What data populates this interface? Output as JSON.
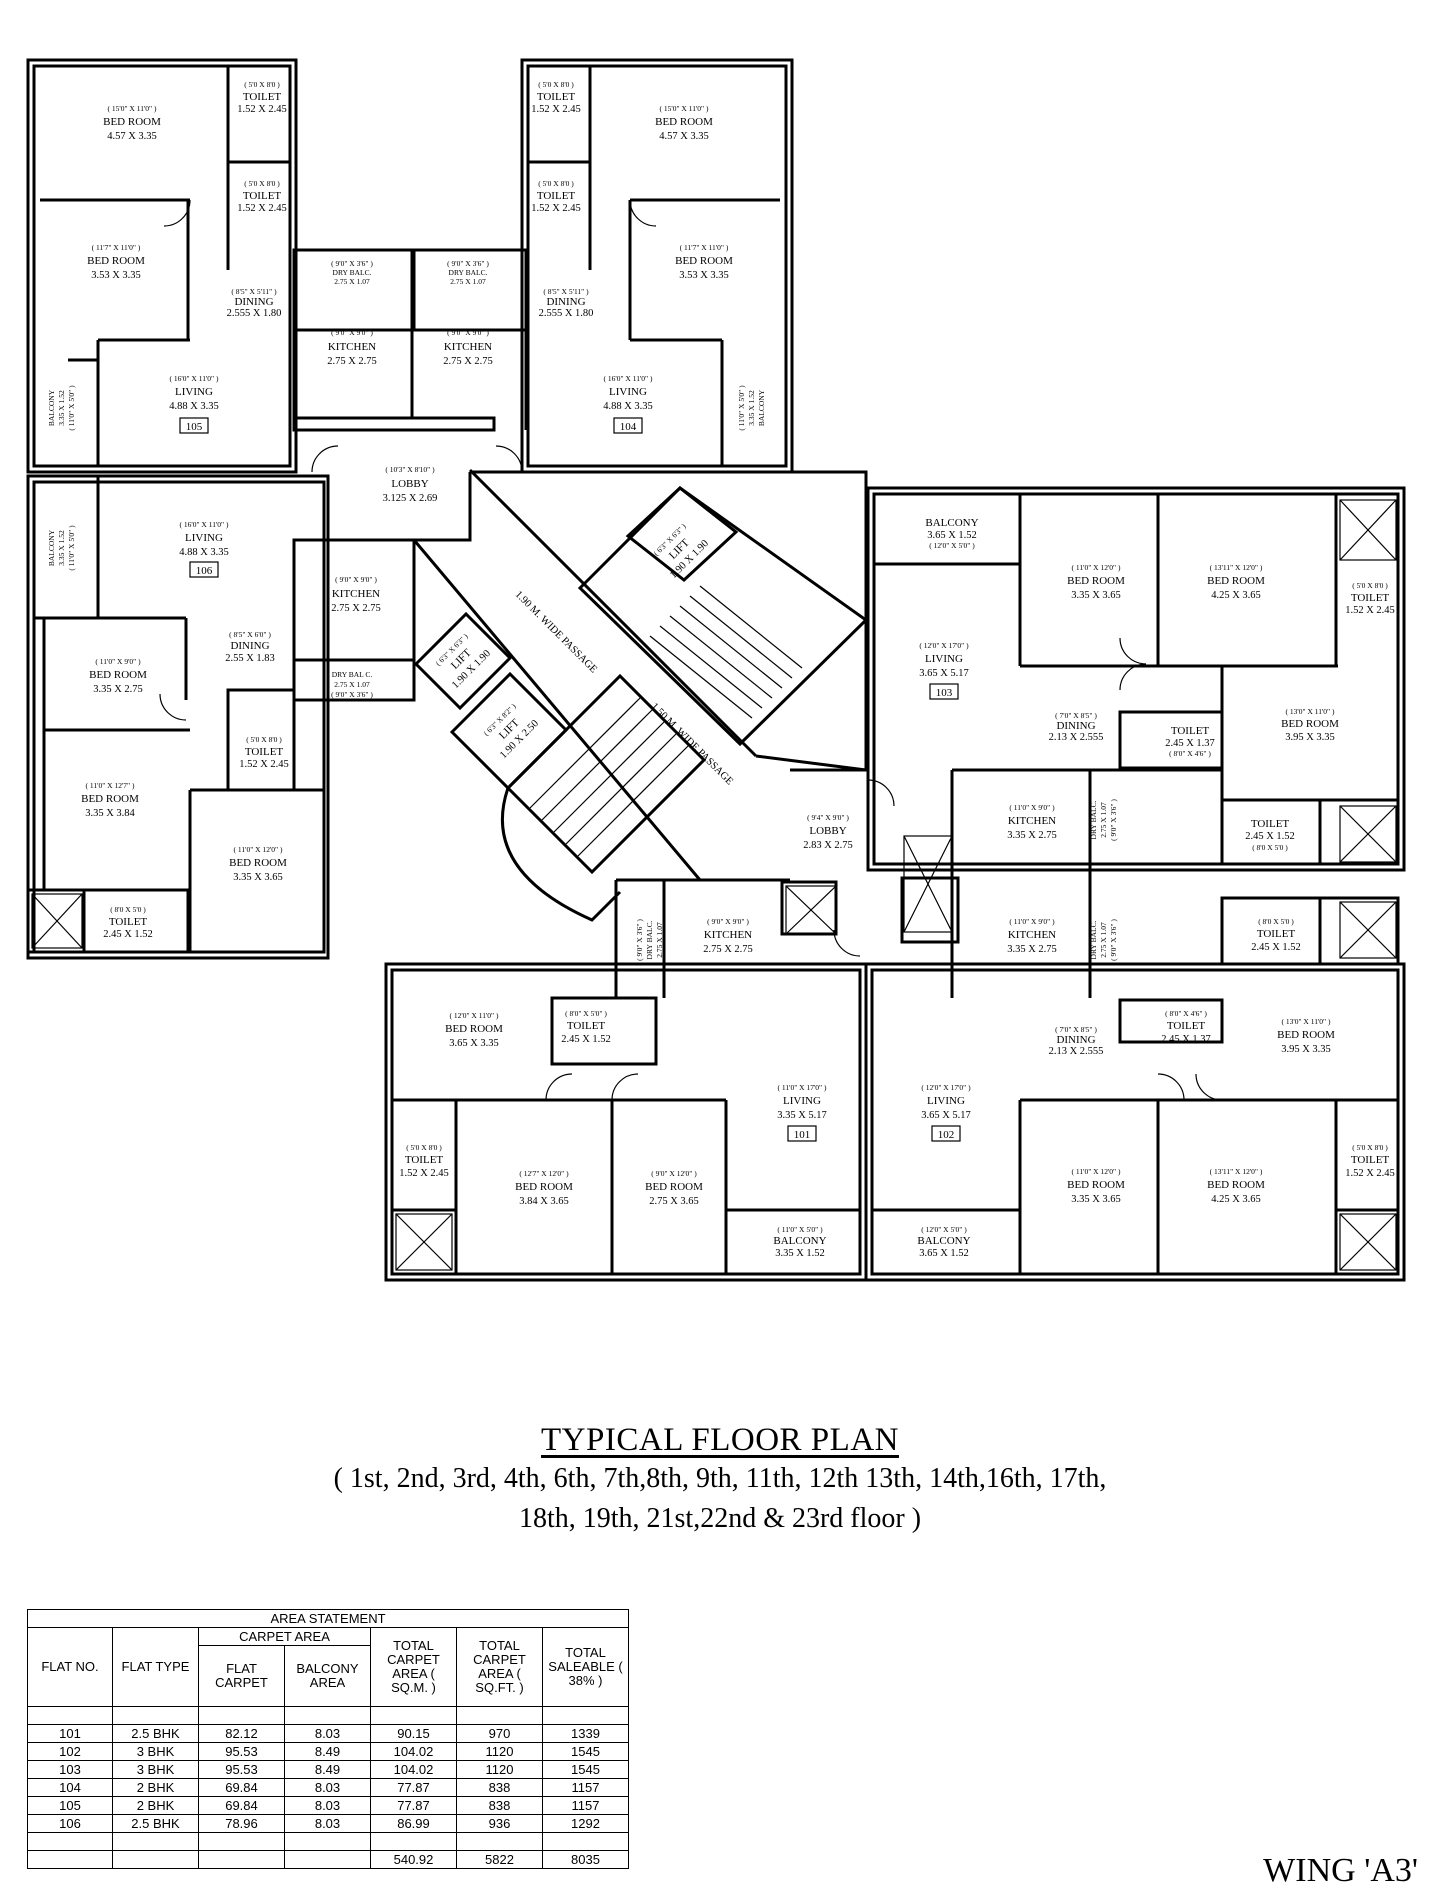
{
  "rooms": [
    {
      "id": "r1",
      "name": "BED ROOM",
      "imperial": "( 15'0\" X 11'0\" )",
      "metric": "4.57 X 3.35"
    },
    {
      "id": "r2",
      "name": "TOILET",
      "imperial": "( 5'0 X 8'0 )",
      "metric": "1.52 X 2.45"
    },
    {
      "id": "r3",
      "name": "TOILET",
      "imperial": "( 5'0 X 8'0 )",
      "metric": "1.52 X 2.45"
    },
    {
      "id": "r4",
      "name": "BED ROOM",
      "imperial": "( 11'7\" X 11'0\" )",
      "metric": "3.53 X 3.35"
    },
    {
      "id": "r5",
      "name": "DINING",
      "imperial": "( 8'5\" X 5'11\" )",
      "metric": "2.555 X 1.80"
    },
    {
      "id": "r6",
      "name": "DRY BALC.",
      "imperial": "( 9'0\" X 3'6\" )",
      "metric": "2.75 X 1.07"
    },
    {
      "id": "r7",
      "name": "KITCHEN",
      "imperial": "( 9'0\" X 9'0\" )",
      "metric": "2.75 X 2.75"
    },
    {
      "id": "r8",
      "name": "LIVING",
      "imperial": "( 16'0\" X 11'0\" )",
      "metric": "4.88 X 3.35"
    },
    {
      "id": "r9",
      "name": "TOILET",
      "imperial": "( 5'0 X 8'0 )",
      "metric": "1.52 X 2.45"
    },
    {
      "id": "r10",
      "name": "BED ROOM",
      "imperial": "( 15'0\" X 11'0\" )",
      "metric": "4.57 X 3.35"
    },
    {
      "id": "r11",
      "name": "TOILET",
      "imperial": "( 5'0 X 8'0 )",
      "metric": "1.52 X 2.45"
    },
    {
      "id": "r12",
      "name": "BED ROOM",
      "imperial": "( 11'7\" X 11'0\" )",
      "metric": "3.53 X 3.35"
    },
    {
      "id": "r13",
      "name": "DINING",
      "imperial": "( 8'5\" X 5'11\" )",
      "metric": "2.555 X 1.80"
    },
    {
      "id": "r14",
      "name": "DRY BALC.",
      "imperial": "( 9'0\" X 3'6\" )",
      "metric": "2.75 X 1.07"
    },
    {
      "id": "r15",
      "name": "KITCHEN",
      "imperial": "( 9'0\" X 9'0\" )",
      "metric": "2.75 X 2.75"
    },
    {
      "id": "r16",
      "name": "LIVING",
      "imperial": "( 16'0\" X 11'0\" )",
      "metric": "4.88 X 3.35"
    },
    {
      "id": "r17",
      "name": "LOBBY",
      "imperial": "( 10'3\" X 8'10\" )",
      "metric": "3.125 X 2.69"
    },
    {
      "id": "r18",
      "name": "LIVING",
      "imperial": "( 16'0\" X 11'0\" )",
      "metric": "4.88 X 3.35"
    },
    {
      "id": "r19",
      "name": "KITCHEN",
      "imperial": "( 9'0\" X 9'0\" )",
      "metric": "2.75 X 2.75"
    },
    {
      "id": "r20",
      "name": "DINING",
      "imperial": "( 8'5\" X 6'0\" )",
      "metric": "2.55 X 1.83"
    },
    {
      "id": "r21",
      "name": "DRY BAL C.",
      "imperial": "( 9'0\" X 3'6\" )",
      "metric": "2.75 X 1.07"
    },
    {
      "id": "r22",
      "name": "BED ROOM",
      "imperial": "( 11'0\" X 9'0\" )",
      "metric": "3.35 X 2.75"
    },
    {
      "id": "r23",
      "name": "TOILET",
      "imperial": "( 5'0 X 8'0 )",
      "metric": "1.52 X 2.45"
    },
    {
      "id": "r24",
      "name": "BED ROOM",
      "imperial": "( 11'0\" X 12'7\" )",
      "metric": "3.35 X 3.84"
    },
    {
      "id": "r25",
      "name": "BED ROOM",
      "imperial": "( 11'0\" X 12'0\" )",
      "metric": "3.35 X 3.65"
    },
    {
      "id": "r26",
      "name": "TOILET",
      "imperial": "( 8'0 X 5'0 )",
      "metric": "2.45 X 1.52"
    },
    {
      "id": "r27",
      "name": "LIFT",
      "imperial": "( 6'3\" X 6'3\" )",
      "metric": "1.90 X 1.90"
    },
    {
      "id": "r28",
      "name": "LIFT",
      "imperial": "( 6'3\" X 6'3\" )",
      "metric": "1.90 X 1.90"
    },
    {
      "id": "r29",
      "name": "LIFT",
      "imperial": "( 6'3\" X 8'2\" )",
      "metric": "1.90 X 2.50"
    },
    {
      "id": "r30",
      "name": "BALCONY",
      "imperial": "( 12'0\" X 5'0\" )",
      "metric": "3.65 X 1.52"
    },
    {
      "id": "r31",
      "name": "BED ROOM",
      "imperial": "( 11'0\" X 12'0\" )",
      "metric": "3.35 X 3.65"
    },
    {
      "id": "r32",
      "name": "BED ROOM",
      "imperial": "( 13'11\" X 12'0\" )",
      "metric": "4.25 X 3.65"
    },
    {
      "id": "r33",
      "name": "TOILET",
      "imperial": "( 5'0 X 8'0 )",
      "metric": "1.52 X 2.45"
    },
    {
      "id": "r34",
      "name": "LIVING",
      "imperial": "( 12'0\" X 17'0\" )",
      "metric": "3.65 X 5.17"
    },
    {
      "id": "r35",
      "name": "DINING",
      "imperial": "( 7'0\" X 8'5\" )",
      "metric": "2.13 X 2.555"
    },
    {
      "id": "r36",
      "name": "TOILET",
      "imperial": "( 8'0\" X 4'6\" )",
      "metric": "2.45 X 1.37"
    },
    {
      "id": "r37",
      "name": "BED ROOM",
      "imperial": "( 13'0\" X 11'0\" )",
      "metric": "3.95 X 3.35"
    },
    {
      "id": "r38",
      "name": "KITCHEN",
      "imperial": "( 11'0\" X 9'0\" )",
      "metric": "3.35 X 2.75"
    },
    {
      "id": "r39",
      "name": "LOBBY",
      "imperial": "( 9'4\" X 9'0\" )",
      "metric": "2.83 X 2.75"
    },
    {
      "id": "r40",
      "name": "TOILET",
      "imperial": "( 8'0 X 5'0 )",
      "metric": "2.45 X 1.52"
    },
    {
      "id": "r41",
      "name": "KITCHEN",
      "imperial": "( 9'0\" X 9'0\" )",
      "metric": "2.75 X 2.75"
    },
    {
      "id": "r42",
      "name": "KITCHEN",
      "imperial": "( 11'0\" X 9'0\" )",
      "metric": "3.35 X 2.75"
    },
    {
      "id": "r43",
      "name": "TOILET",
      "imperial": "( 8'0 X 5'0 )",
      "metric": "2.45 X 1.52"
    },
    {
      "id": "r44",
      "name": "BED ROOM",
      "imperial": "( 12'0\" X 11'0\" )",
      "metric": "3.65 X 3.35"
    },
    {
      "id": "r45",
      "name": "TOILET",
      "imperial": "( 8'0\" X 5'0\" )",
      "metric": "2.45 X 1.52"
    },
    {
      "id": "r46",
      "name": "DINING",
      "imperial": "( 7'0\" X 8'5\" )",
      "metric": "2.13 X 2.555"
    },
    {
      "id": "r47",
      "name": "TOILET",
      "imperial": "( 8'0\" X 4'6\" )",
      "metric": "2.45 X 1.37"
    },
    {
      "id": "r48",
      "name": "BED ROOM",
      "imperial": "( 13'0\" X 11'0\" )",
      "metric": "3.95 X 3.35"
    },
    {
      "id": "r49",
      "name": "LIVING",
      "imperial": "( 11'0\" X 17'0\" )",
      "metric": "3.35 X 5.17"
    },
    {
      "id": "r50",
      "name": "LIVING",
      "imperial": "( 12'0\" X 17'0\" )",
      "metric": "3.65 X 5.17"
    },
    {
      "id": "r51",
      "name": "TOILET",
      "imperial": "( 5'0 X 8'0 )",
      "metric": "1.52 X 2.45"
    },
    {
      "id": "r52",
      "name": "BED ROOM",
      "imperial": "( 12'7\" X 12'0\" )",
      "metric": "3.84 X 3.65"
    },
    {
      "id": "r53",
      "name": "BED ROOM",
      "imperial": "( 9'0\" X 12'0\" )",
      "metric": "2.75 X 3.65"
    },
    {
      "id": "r54",
      "name": "BALCONY",
      "imperial": "( 11'0\" X 5'0\" )",
      "metric": "3.35 X 1.52"
    },
    {
      "id": "r55",
      "name": "BALCONY",
      "imperial": "( 12'0\" X 5'0\" )",
      "metric": "3.65 X 1.52"
    },
    {
      "id": "r56",
      "name": "BED ROOM",
      "imperial": "( 11'0\" X 12'0\" )",
      "metric": "3.35 X 3.65"
    },
    {
      "id": "r57",
      "name": "BED ROOM",
      "imperial": "( 13'11\" X 12'0\" )",
      "metric": "4.25 X 3.65"
    },
    {
      "id": "r58",
      "name": "TOILET",
      "imperial": "( 5'0 X 8'0 )",
      "metric": "1.52 X 2.45"
    }
  ],
  "vertical_labels": [
    {
      "id": "v1",
      "name": "BALCONY",
      "metric": "3.35 X 1.52",
      "imperial": "( 11'0\" X 5'0\" )"
    },
    {
      "id": "v2",
      "name": "BALCONY",
      "metric": "3.35 X 1.52",
      "imperial": "( 11'0\" X 5'0\" )"
    },
    {
      "id": "v3",
      "name": "BALCONY",
      "metric": "3.35 X 1.52",
      "imperial": "( 11'0\" X 5'0\" )"
    },
    {
      "id": "v4",
      "name": "DRY BALC.",
      "metric": "2.75 X 1.07",
      "imperial": "( 9'0\" X 3'6\" )"
    },
    {
      "id": "v5",
      "name": "DRY BALC.",
      "metric": "2.75 X 1.07",
      "imperial": "( 9'0\" X 3'6\" )"
    },
    {
      "id": "v6",
      "name": "DRY BALC.",
      "metric": "2.75 X 1.07",
      "imperial": "( 9'0\" X 3'6\" )"
    }
  ],
  "flat_tags": [
    {
      "id": "f105",
      "label": "105"
    },
    {
      "id": "f104",
      "label": "104"
    },
    {
      "id": "f106",
      "label": "106"
    },
    {
      "id": "f103",
      "label": "103"
    },
    {
      "id": "f101",
      "label": "101"
    },
    {
      "id": "f102",
      "label": "102"
    }
  ],
  "passages": [
    "1.90 M. WIDE PASSAGE",
    "1.50 M. WIDE PASSAGE"
  ],
  "title": "TYPICAL FLOOR PLAN",
  "floors_line1": "( 1st, 2nd, 3rd, 4th, 6th, 7th,8th, 9th, 11th, 12th 13th, 14th,16th, 17th,",
  "floors_line2": "18th, 19th, 21st,22nd & 23rd floor )",
  "wing": "WING 'A3'",
  "area_statement": {
    "title": "AREA STATEMENT",
    "headers": {
      "flat_no": "FLAT NO.",
      "flat_type": "FLAT TYPE",
      "carpet_area": "CARPET AREA",
      "flat_carpet": "FLAT CARPET",
      "balcony_area": "BALCONY AREA",
      "total_carpet_sqm": "TOTAL CARPET AREA ( SQ.M. )",
      "total_carpet_sqft": "TOTAL CARPET AREA ( SQ.FT. )",
      "total_saleable": "TOTAL SALEABLE ( 38% )"
    },
    "rows": [
      [
        "101",
        "2.5 BHK",
        "82.12",
        "8.03",
        "90.15",
        "970",
        "1339"
      ],
      [
        "102",
        "3 BHK",
        "95.53",
        "8.49",
        "104.02",
        "1120",
        "1545"
      ],
      [
        "103",
        "3 BHK",
        "95.53",
        "8.49",
        "104.02",
        "1120",
        "1545"
      ],
      [
        "104",
        "2 BHK",
        "69.84",
        "8.03",
        "77.87",
        "838",
        "1157"
      ],
      [
        "105",
        "2 BHK",
        "69.84",
        "8.03",
        "77.87",
        "838",
        "1157"
      ],
      [
        "106",
        "2.5 BHK",
        "78.96",
        "8.03",
        "86.99",
        "936",
        "1292"
      ]
    ],
    "totals": [
      "540.92",
      "5822",
      "8035"
    ]
  }
}
